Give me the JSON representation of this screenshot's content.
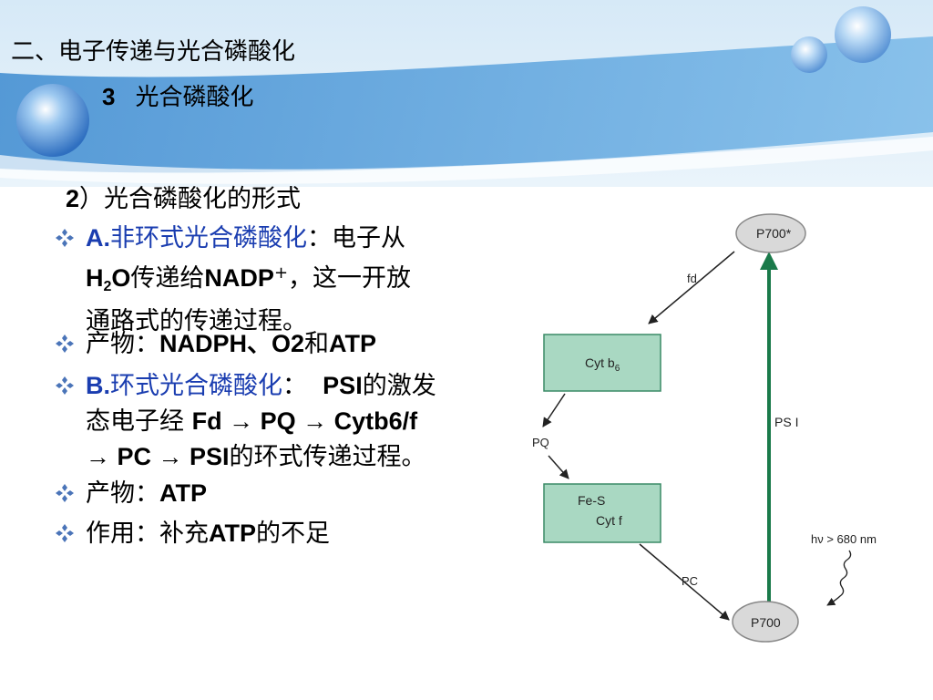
{
  "header": {
    "main_title": "二、电子传递与光合磷酸化",
    "sub_number": "3",
    "sub_title": "光合磷酸化"
  },
  "section": {
    "number": "2",
    "title": "）光合磷酸化的形式"
  },
  "bullets": [
    {
      "lead": "A.",
      "highlight": "非环式光合磷酸化",
      "colon": "：电子从",
      "l2_a": "H",
      "l2_sub": "2",
      "l2_b": "O",
      "l2_c": "传递给",
      "l2_d": "NADP",
      "l2_sup": "+",
      "l2_e": "，这一开放",
      "l3": "通路式的传递过程。"
    },
    {
      "label": "产物：",
      "value": "NADPH、O2",
      "mid": "和",
      "value2": "ATP"
    },
    {
      "lead": "B.",
      "highlight": "环式光合磷酸化",
      "colon": "：  ",
      "l1_a": "PSI",
      "l1_b": "的激发",
      "l2_a": "态电子经 ",
      "l2_b": "Fd → PQ → Cytb6/f",
      "l3_a": "→ PC → PSI",
      "l3_b": "的环式传递过程。"
    },
    {
      "label": "产物：",
      "value": "ATP"
    },
    {
      "label": "作用：补充",
      "value": "ATP",
      "tail": "的不足"
    }
  ],
  "diagram": {
    "p700_star": "P700*",
    "p700": "P700",
    "fd": "fd",
    "cytb6": "Cyt b",
    "cytb6_sub": "6",
    "pq": "PQ",
    "fes": "Fe-S",
    "cytf": "Cyt f",
    "pc": "PC",
    "psi": "PS I",
    "light": "hν > 680 nm"
  },
  "colors": {
    "highlight_blue": "#1a3db0",
    "box_fill": "#a9d8c2",
    "box_stroke": "#3a8a66",
    "psi_arrow": "#1a7a4a",
    "bullet_marker": "#4a74b8",
    "banner_blue": "#5fa3dc"
  }
}
